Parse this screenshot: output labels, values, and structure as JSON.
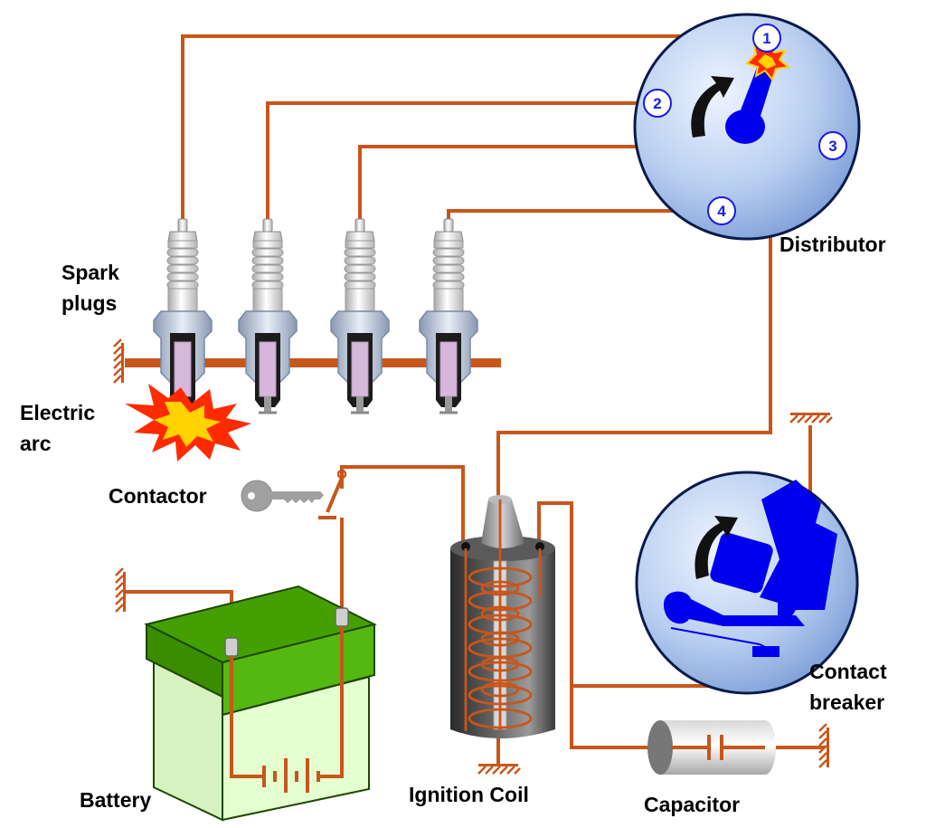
{
  "labels": {
    "distributor": "Distributor",
    "spark_plugs_line1": "Spark",
    "spark_plugs_line2": "plugs",
    "electric_arc_line1": "Electric",
    "electric_arc_line2": "arc",
    "contactor": "Contactor",
    "battery": "Battery",
    "ignition_coil": "Ignition Coil",
    "contact_breaker_line1": "Contact",
    "contact_breaker_line2": "breaker",
    "capacitor": "Capacitor"
  },
  "distributor_terminals": [
    "1",
    "2",
    "3",
    "4"
  ],
  "colors": {
    "wire": "#c8561a",
    "distributor_fill": "#b0c8ee",
    "rotor_blue": "#0000ee",
    "battery_lid": "#44a000",
    "battery_body": "#e4ffd0",
    "terminal_number": "#1a1ae6",
    "spark_red": "#ff2a00",
    "spark_yellow": "#ffd200"
  },
  "icons": {
    "rotation_arrow": "curved-arrow-icon",
    "key": "key-icon",
    "spark": "spark-burst-icon",
    "ground": "ground-hatch-icon"
  }
}
